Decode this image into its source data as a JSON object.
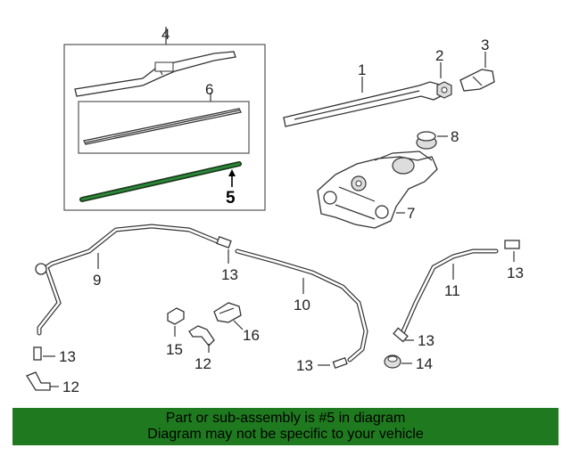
{
  "callouts": {
    "c1": "1",
    "c2": "2",
    "c3": "3",
    "c4": "4",
    "c5": "5",
    "c6": "6",
    "c7": "7",
    "c8": "8",
    "c9": "9",
    "c10": "10",
    "c11": "11",
    "c12a": "12",
    "c12b": "12",
    "c13a": "13",
    "c13b": "13",
    "c13c": "13",
    "c13d": "13",
    "c13e": "13",
    "c14": "14",
    "c15": "15",
    "c16": "16"
  },
  "highlight_color": "#1f7a1f",
  "banner": {
    "line1": "Part or sub-assembly is #5 in diagram",
    "line2": "Diagram may not be specific to your vehicle"
  }
}
